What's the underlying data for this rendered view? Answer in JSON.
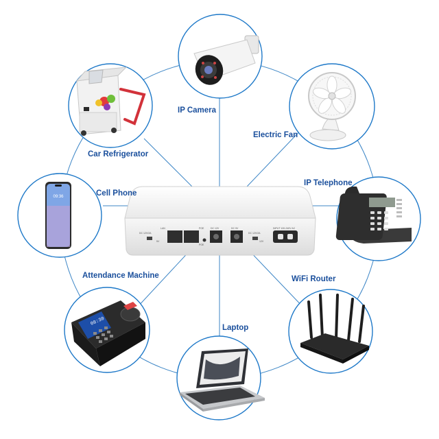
{
  "device": {
    "port_labels": [
      "DC 12V/2A",
      "5V",
      "LAN",
      "POE",
      "POE",
      "DC 12V",
      "DC 9V",
      "DC 12V/2A",
      "12V",
      "INPUT 100-240V AC"
    ]
  },
  "nodes": [
    {
      "id": "ip-camera",
      "label": "IP Camera",
      "icon": "ip-camera-icon"
    },
    {
      "id": "electric-fan",
      "label": "Electric Fan",
      "icon": "electric-fan-icon"
    },
    {
      "id": "ip-telephone",
      "label": "IP Telephone",
      "icon": "ip-telephone-icon"
    },
    {
      "id": "wifi-router",
      "label": "WiFi Router",
      "icon": "wifi-router-icon"
    },
    {
      "id": "laptop",
      "label": "Laptop",
      "icon": "laptop-icon"
    },
    {
      "id": "attendance-machine",
      "label": "Attendance Machine",
      "icon": "attendance-machine-icon"
    },
    {
      "id": "cell-phone",
      "label": "Cell Phone",
      "icon": "cell-phone-icon"
    },
    {
      "id": "car-refrigerator",
      "label": "Car Refrigerator",
      "icon": "car-refrigerator-icon"
    }
  ],
  "screens": {
    "phone_time": "09:36",
    "attendance_time": "08:30"
  },
  "colors": {
    "line": "#3d86c6",
    "circle_border": "#1d78c8",
    "label": "#1a4f9c",
    "device_body": "#f2f2f2"
  }
}
